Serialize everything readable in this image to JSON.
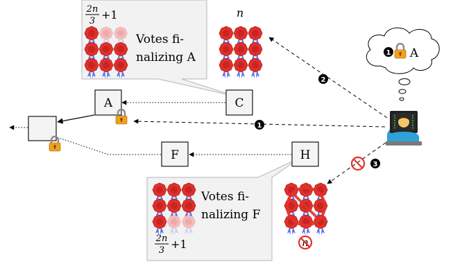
{
  "blocks": {
    "a": "A",
    "c": "C",
    "f": "F",
    "h": "H"
  },
  "callout_top": {
    "fraction_num": "2n",
    "fraction_den": "3",
    "fraction_plus": "+1",
    "votes_line1": "Votes fi-",
    "votes_line2": "nalizing A"
  },
  "callout_bottom": {
    "votes_line1": "Votes fi-",
    "votes_line2": "nalizing F",
    "fraction_num": "2n",
    "fraction_den": "3",
    "fraction_plus": "+1"
  },
  "n_label": "n",
  "n_crossed_label": "n",
  "thought_bubble": {
    "step": "1",
    "block": "A"
  },
  "steps": [
    "1",
    "2",
    "3"
  ],
  "colors": {
    "seal": "#e0302c",
    "seal_faded": "#f2bdbd",
    "ribbon": "#5b6ee8",
    "ribbon_faded": "#c9cff5",
    "callout_fill": "#f2f2f2",
    "prohibit": "#e4322b",
    "lock_body": "#f0a020",
    "lock_shackle": "#8a8a8a"
  },
  "icons": [
    "seal-icon",
    "lock-icon",
    "person-at-laptop-icon",
    "prohibited-icon",
    "thought-bubble-icon"
  ]
}
